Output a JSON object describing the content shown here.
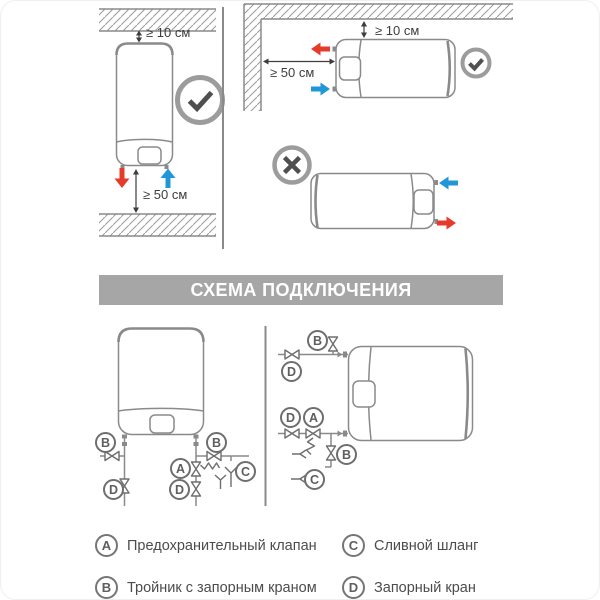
{
  "panels": {
    "vertical_install": {
      "clearance_top": "≥ 10 см",
      "clearance_bottom": "≥ 50 см",
      "status": "correct"
    },
    "horizontal_install": {
      "clearance_top": "≥ 10 см",
      "clearance_side": "≥ 50 см",
      "status": "correct"
    },
    "horizontal_wrong": {
      "status": "incorrect"
    }
  },
  "banner": {
    "title": "СХЕМА ПОДКЛЮЧЕНИЯ"
  },
  "callouts": {
    "a": "A",
    "b": "B",
    "c": "C",
    "d": "D"
  },
  "legend": {
    "items": [
      {
        "key": "A",
        "label": "Предохранительный клапан"
      },
      {
        "key": "B",
        "label": "Тройник с запорным краном"
      },
      {
        "key": "C",
        "label": "Сливной шланг"
      },
      {
        "key": "D",
        "label": "Запорный кран"
      }
    ]
  },
  "colors": {
    "hot_water": "#e63b2a",
    "cold_water": "#2297d8",
    "line": "#8a8a8a",
    "accent": "#6e6e6e",
    "banner_bg": "#a6a6a6",
    "status_ring": "#9c9c9c",
    "text": "#4c4c4c"
  }
}
